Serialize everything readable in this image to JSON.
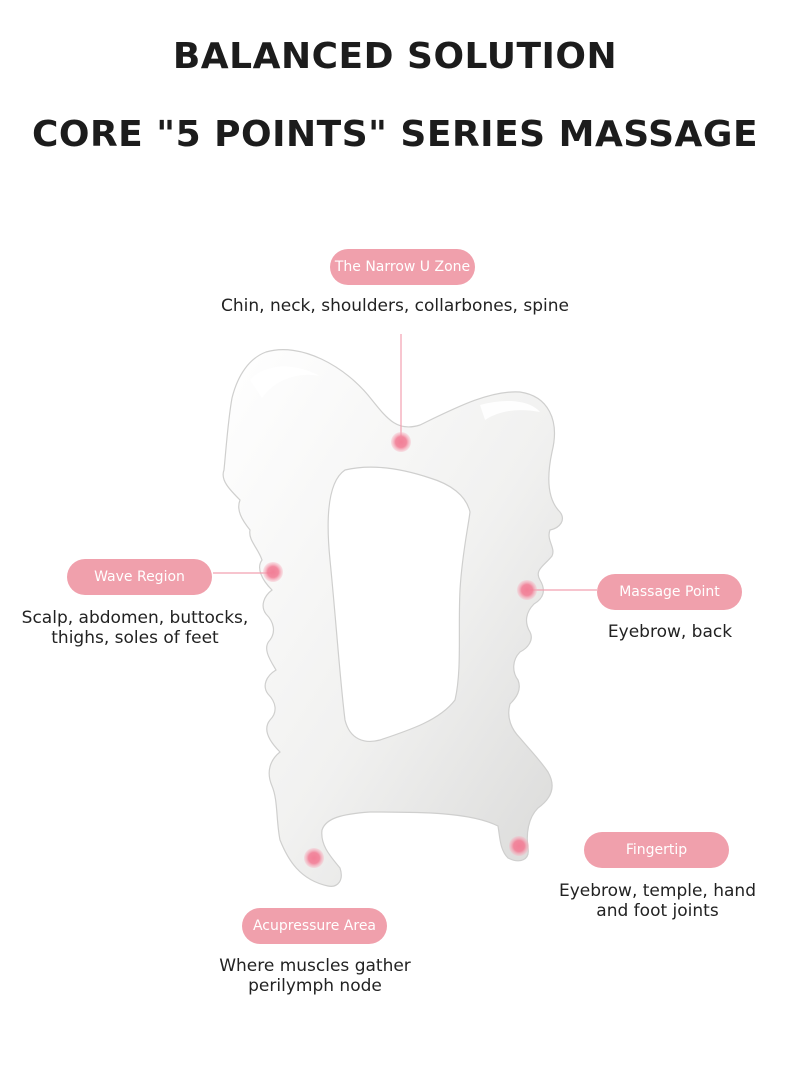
{
  "heading": {
    "line1": "BALANCED SOLUTION",
    "line2": "CORE \"5 POINTS\" SERIES MASSAGE"
  },
  "callouts": {
    "narrow_u": {
      "label": "The Narrow U Zone",
      "desc": [
        "Chin, neck, shoulders, collarbones, spine"
      ]
    },
    "wave": {
      "label": "Wave Region",
      "desc": [
        "Scalp, abdomen, buttocks,",
        "thighs, soles of feet"
      ]
    },
    "massage_point": {
      "label": "Massage Point",
      "desc": [
        "Eyebrow, back"
      ]
    },
    "fingertip": {
      "label": "Fingertip",
      "desc": [
        "Eyebrow, temple, hand",
        "and foot joints"
      ]
    },
    "acupressure": {
      "label": "Acupressure Area",
      "desc": [
        "Where muscles gather",
        "perilymph node"
      ]
    }
  },
  "colors": {
    "accent_pink": "#f0a0ac",
    "marker_pink": "#f27e96",
    "stone_white": "#f4f4f3"
  },
  "image": {
    "subject": "white porcelain gua sha massage tool"
  }
}
